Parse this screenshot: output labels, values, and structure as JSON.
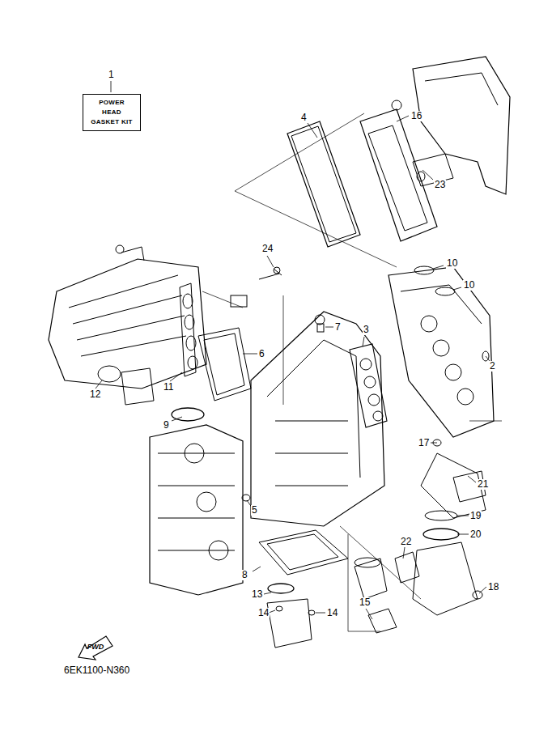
{
  "diagram": {
    "nodes": [
      {
        "text": [
          "POWER HEAD GASKET KIT"
        ]
      },
      {
        "text": [
          "FWD"
        ]
      }
    ],
    "labels": [
      "1",
      "4",
      "16",
      "23",
      "24",
      "10",
      "10",
      "7",
      "3",
      "2",
      "6",
      "11",
      "12",
      "9",
      "5",
      "17",
      "21",
      "19",
      "20",
      "22",
      "18",
      "8",
      "13",
      "14",
      "14",
      "15",
      "6EK1100-N360"
    ]
  }
}
